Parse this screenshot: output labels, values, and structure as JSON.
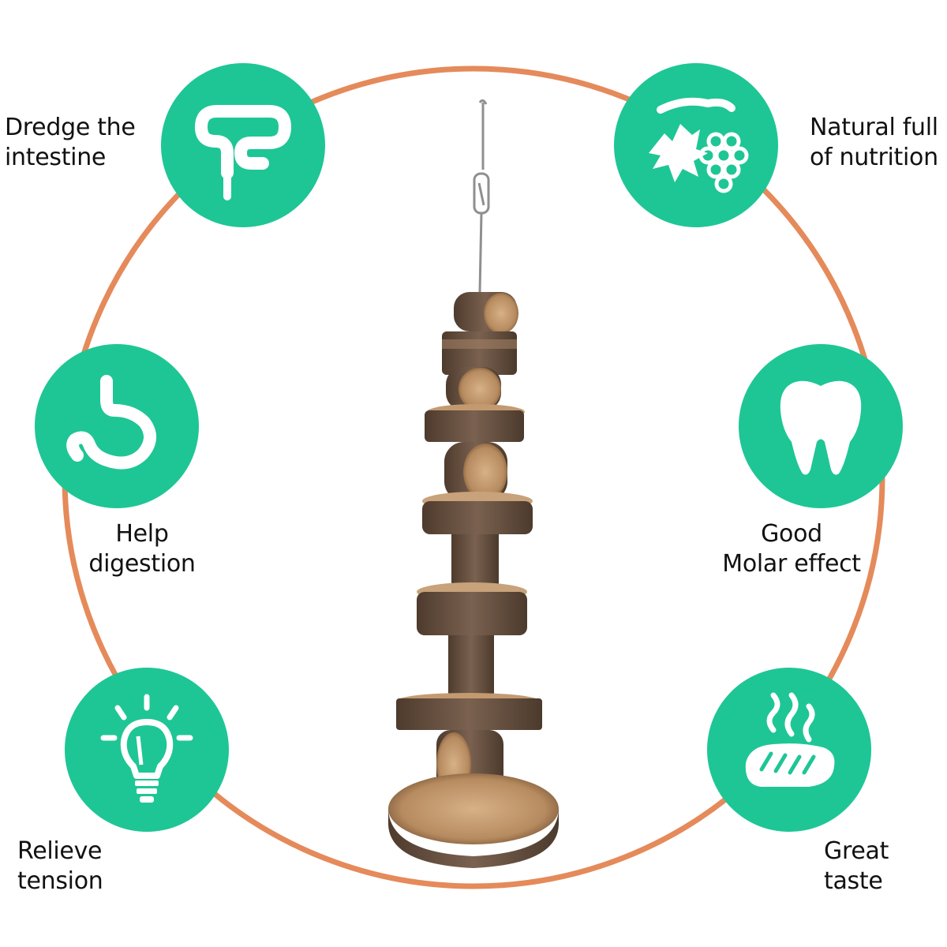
{
  "colors": {
    "badge": "#1ec695",
    "ring": "#e58a5a",
    "icon": "#ffffff",
    "wood_light": "#c59b72",
    "wood_dark": "#6b4a2c",
    "bark": "#5a4636"
  },
  "features": [
    {
      "icon": "intestine-icon",
      "lines": [
        "Dredge the",
        "intestine"
      ]
    },
    {
      "icon": "grape-leaf-icon",
      "lines": [
        "Natural full",
        "of nutrition"
      ]
    },
    {
      "icon": "stomach-icon",
      "lines": [
        "Help",
        "digestion"
      ]
    },
    {
      "icon": "tooth-icon",
      "lines": [
        "Good",
        "Molar effect"
      ]
    },
    {
      "icon": "lightbulb-icon",
      "lines": [
        "Relieve",
        "tension"
      ]
    },
    {
      "icon": "steak-icon",
      "lines": [
        "Great",
        "taste"
      ]
    }
  ]
}
